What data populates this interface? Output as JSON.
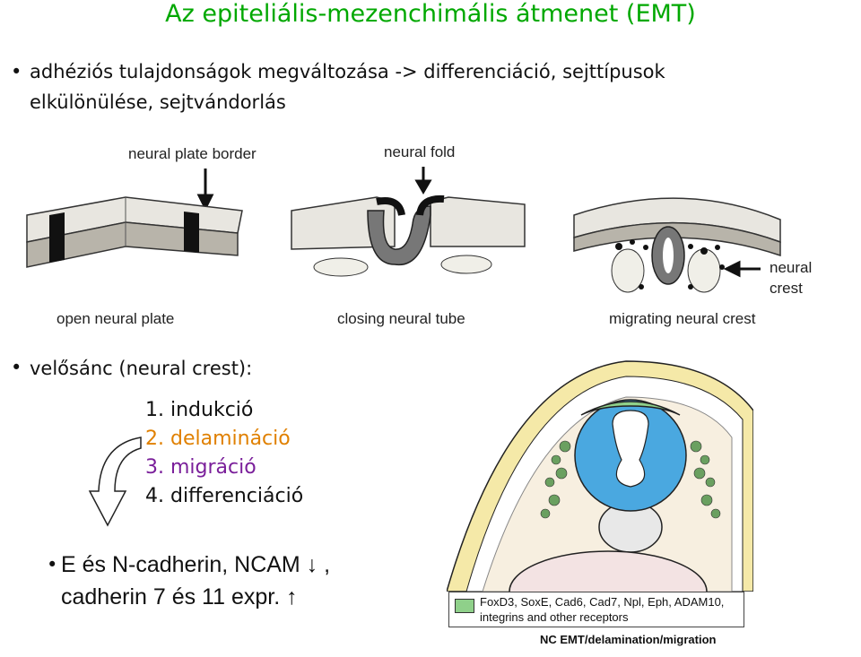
{
  "title": "Az epiteliális-mezenchimális átmenet (EMT)",
  "bullet_glyph": "•",
  "bullet1": {
    "line1": "adhéziós tulajdonságok megváltozása -> differenciáció, sejttípusok",
    "line2": "elkülönülése, sejtvándorlás"
  },
  "figure_top": {
    "label_border": "neural plate border",
    "label_fold": "neural fold",
    "label_crest_1": "neural",
    "label_crest_2": "crest",
    "caption_open": "open neural plate",
    "caption_closing": "closing neural tube",
    "caption_migrating": "migrating neural crest"
  },
  "bullet2": {
    "heading": "velősánc (neural crest):",
    "steps": [
      "1. indukció",
      "2. delamináció",
      "3. migráció",
      "4. differenciáció"
    ]
  },
  "bullet3": {
    "line1": "E és N-cadherin, NCAM ↓ ,",
    "line2": "cadherin 7 és 11 expr. ↑"
  },
  "figure_bottom": {
    "legend_line1": "FoxD3, SoxE, Cad6, Cad7, Npl, Eph, ADAM10,",
    "legend_line2": "integrins and other receptors",
    "caption": "NC EMT/delamination/migration",
    "legend_color": "#8fd08a"
  },
  "colors": {
    "title": "#00a800",
    "step2": "#e08000",
    "step3": "#7a1f9a",
    "tube_blue": "#4aa8e0",
    "crest_green": "#8fd08a"
  }
}
